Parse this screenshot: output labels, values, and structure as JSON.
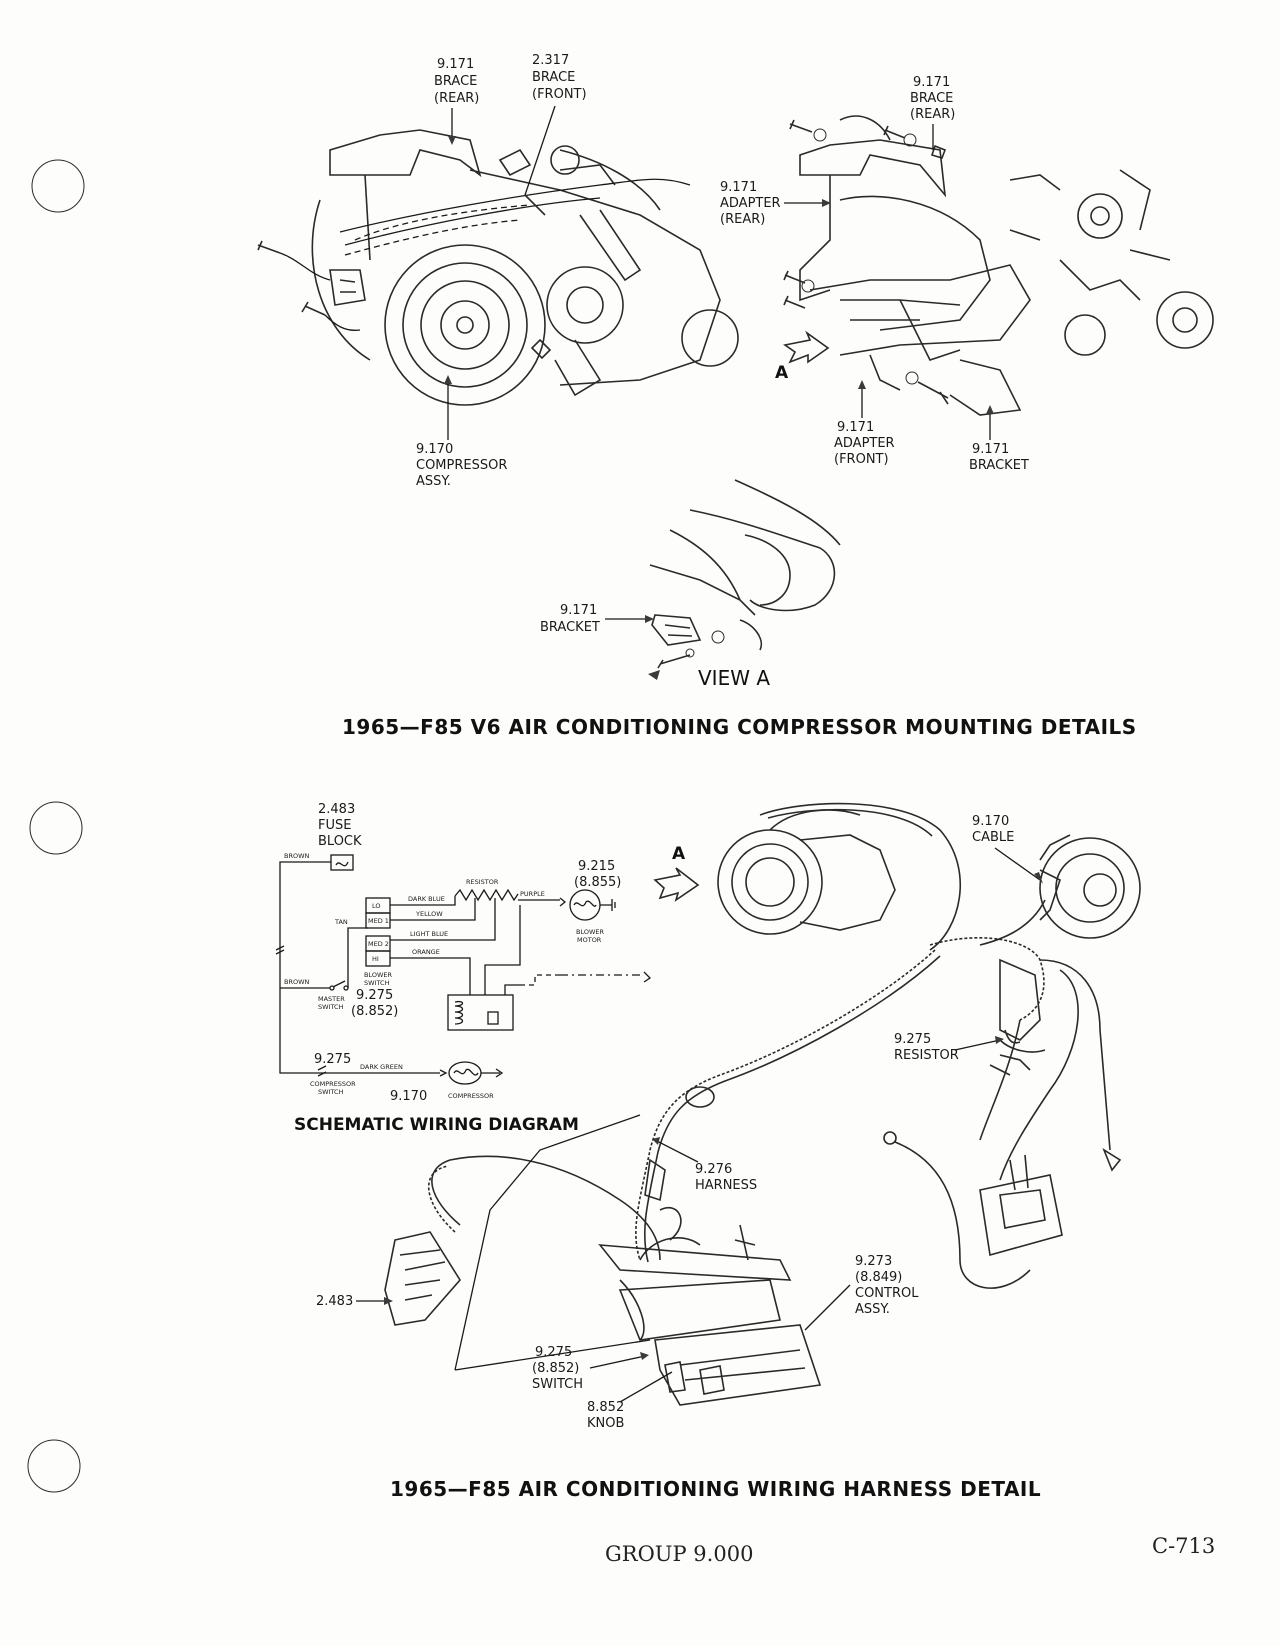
{
  "top_diagram": {
    "labels": {
      "brace_rear_left": [
        "9.171",
        "BRACE",
        "(REAR)"
      ],
      "brace_front": [
        "2.317",
        "BRACE",
        "(FRONT)"
      ],
      "compressor_assy": [
        "9.170",
        "COMPRESSOR",
        "ASSY."
      ],
      "brace_rear_right": [
        "9.171",
        "BRACE",
        "(REAR)"
      ],
      "adapter_rear": [
        "9.171",
        "ADAPTER",
        "(REAR)"
      ],
      "adapter_front": [
        "9.171",
        "ADAPTER",
        "(FRONT)"
      ],
      "bracket_right": [
        "9.171",
        "BRACKET"
      ],
      "bracket_view_a": [
        "9.171",
        "BRACKET"
      ]
    },
    "arrow_letter": "A",
    "view_label": "VIEW A",
    "caption": "1965—F85 V6 AIR CONDITIONING COMPRESSOR MOUNTING DETAILS"
  },
  "schematic": {
    "fuse_block": [
      "2.483",
      "FUSE",
      "BLOCK"
    ],
    "blower_motor_num": [
      "9.215",
      "(8.855)"
    ],
    "blower_motor_label": [
      "BLOWER",
      "MOTOR"
    ],
    "resistor_label": "RESISTOR",
    "blower_switch_positions": [
      "LO",
      "MED 1",
      "MED 2",
      "HI"
    ],
    "blower_switch_label": [
      "BLOWER",
      "SWITCH"
    ],
    "master_switch_num": [
      "9.275",
      "(8.852)"
    ],
    "master_switch_label": [
      "MASTER",
      "SWITCH"
    ],
    "compressor_switch_num": "9.275",
    "compressor_switch_label": [
      "COMPRESSOR",
      "SWITCH"
    ],
    "compressor_num": "9.170",
    "compressor_label": "COMPRESSOR",
    "wire_colors": {
      "brown_top": "BROWN",
      "brown_mid": "BROWN",
      "tan": "TAN",
      "dark_blue": "DARK BLUE",
      "yellow": "YELLOW",
      "light_blue": "LIGHT BLUE",
      "orange": "ORANGE",
      "purple": "PURPLE",
      "dark_green": "DARK GREEN"
    },
    "title": "SCHEMATIC WIRING DIAGRAM"
  },
  "harness_diagram": {
    "arrow_letter": "A",
    "labels": {
      "cable": [
        "9.170",
        "CABLE"
      ],
      "resistor": [
        "9.275",
        "RESISTOR"
      ],
      "harness": [
        "9.276",
        "HARNESS"
      ],
      "control_assy": [
        "9.273",
        "(8.849)",
        "CONTROL",
        "ASSY."
      ],
      "fuse_block": "2.483",
      "switch": [
        "9.275",
        "(8.852)",
        "SWITCH"
      ],
      "knob": [
        "8.852",
        "KNOB"
      ]
    },
    "caption": "1965—F85 AIR CONDITIONING WIRING HARNESS DETAIL"
  },
  "footer": {
    "group": "GROUP 9.000",
    "page_number": "C-713"
  }
}
